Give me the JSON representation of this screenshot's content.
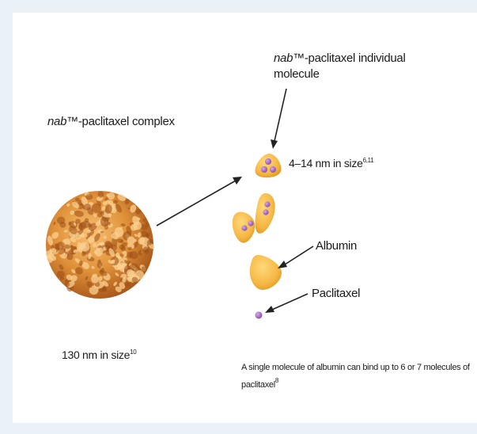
{
  "complex": {
    "title_italic": "nab",
    "title_rest": "™-paclitaxel complex",
    "size_text": "130 nm in size",
    "size_ref": "10"
  },
  "individual": {
    "title_italic": "nab",
    "title_rest": "™-paclitaxel individual",
    "title_line2": "molecule",
    "size_text": "4–14 nm in size",
    "size_ref": "6,11"
  },
  "labels": {
    "albumin": "Albumin",
    "paclitaxel": "Paclitaxel"
  },
  "caption": {
    "text": "A single molecule of albumin can bind up to 6 or 7 molecules of paclitaxel",
    "ref": "8"
  },
  "colors": {
    "background": "#eaf1f7",
    "panel": "#ffffff",
    "albumin_orange": "#f5b744",
    "paclitaxel_purple": "#9b5bb5",
    "complex_orange": "#d9832a"
  }
}
